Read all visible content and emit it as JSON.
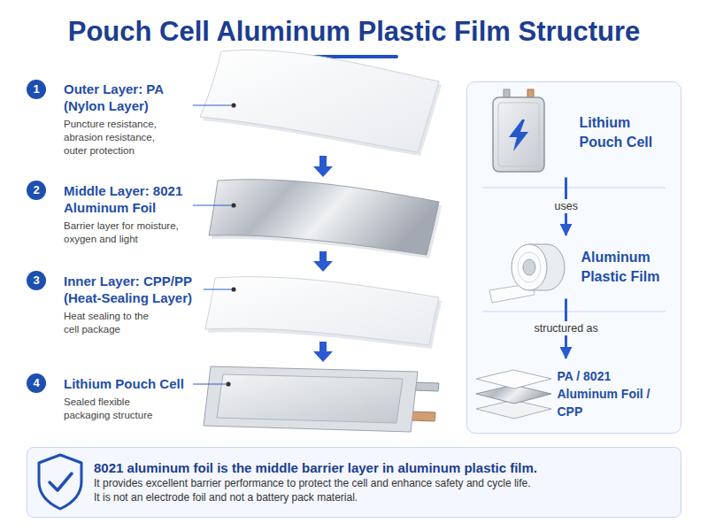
{
  "diagram": {
    "title": "Pouch Cell Aluminum Plastic Film Structure",
    "nodes": [
      {
        "text": [
          "1"
        ]
      },
      {
        "text": [
          "2"
        ]
      },
      {
        "text": [
          "3"
        ]
      },
      {
        "text": [
          "4"
        ]
      },
      {
        "text": []
      },
      {
        "text": [
          "Lithium Pouch Cell"
        ],
        "in": 4
      },
      {
        "text": [
          "Aluminum Plastic Film"
        ],
        "in": 4
      },
      {
        "text": [
          "PA / 8021 Aluminum Foil / CPP"
        ],
        "in": 4
      },
      {
        "text": [
          "8021 aluminum foil is the middle barrier layer in aluminum plastic film.",
          "It provides excellent barrier performance to protect the cell and enhance safety and cycle life.",
          "It is not an electrode foil and not a battery pack material."
        ]
      }
    ],
    "edges": [
      {
        "from": 5,
        "to": 6,
        "arrow": "to",
        "label": "uses"
      },
      {
        "from": 6,
        "to": 7,
        "arrow": "to",
        "label": "structured as"
      }
    ],
    "labels": [
      "Outer Layer: PA (Nylon Layer)",
      "Puncture resistance, abrasion resistance, outer protection",
      "Middle Layer: 8021 Aluminum Foil",
      "Barrier layer for moisture, oxygen and light",
      "Inner Layer: CPP/PP (Heat-Sealing Layer)",
      "Heat sealing to the cell package",
      "Lithium Pouch Cell",
      "Sealed flexible packaging structure"
    ]
  }
}
